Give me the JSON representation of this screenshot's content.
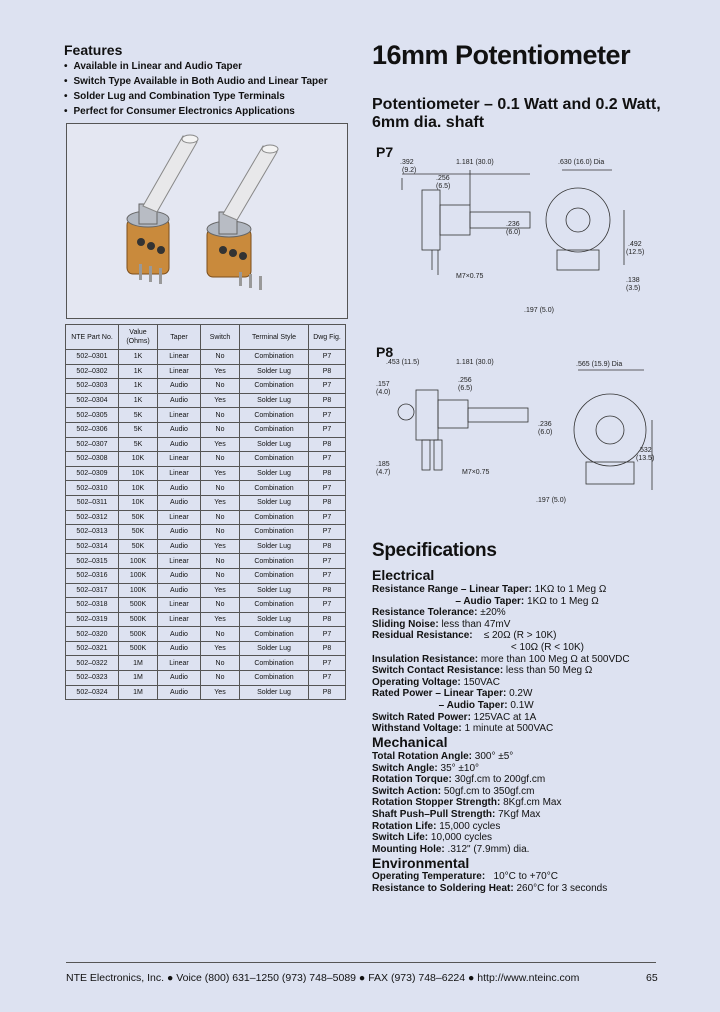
{
  "title": "16mm Potentiometer",
  "features": {
    "heading": "Features",
    "items": [
      "Available in Linear and Audio Taper",
      "Switch Type Available in Both Audio and Linear Taper",
      "Solder Lug and Combination Type Terminals",
      "Perfect for Consumer Electronics Applications"
    ]
  },
  "subtitle_line1": "Potentiometer – 0.1 Watt and 0.2 Watt,",
  "subtitle_line2": "6mm dia. shaft",
  "p7": {
    "label": "P7",
    "dims": {
      "d1": ".392",
      "d1m": "(9.2)",
      "d2": "1.181 (30.0)",
      "d3": ".256",
      "d3m": "(6.5)",
      "d4": ".236",
      "d4m": "(6.0)",
      "thread": "M7×0.75",
      "d5": ".197 (5.0)",
      "d6": ".630 (16.0) Dia",
      "d7": ".492",
      "d7m": "(12.5)",
      "d8": ".138",
      "d8m": "(3.5)"
    }
  },
  "p8": {
    "label": "P8",
    "dims": {
      "d1": ".453 (11.5)",
      "d2": "1.181 (30.0)",
      "d3": ".256",
      "d3m": "(6.5)",
      "d4": ".236",
      "d4m": "(6.0)",
      "thread": "M7×0.75",
      "d5": ".197 (5.0)",
      "d6": ".565 (15.9) Dia",
      "d7": ".532",
      "d7m": "(13.5)",
      "d8": ".157",
      "d8m": "(4.0)",
      "d9": ".185",
      "d9m": "(4.7)"
    }
  },
  "parts_table": {
    "headers": [
      "NTE Part No.",
      "Value (Ohms)",
      "Taper",
      "Switch",
      "Terminal Style",
      "Dwg Fig."
    ],
    "rows": [
      [
        "502–0301",
        "1K",
        "Linear",
        "No",
        "Combination",
        "P7"
      ],
      [
        "502–0302",
        "1K",
        "Linear",
        "Yes",
        "Solder Lug",
        "P8"
      ],
      [
        "502–0303",
        "1K",
        "Audio",
        "No",
        "Combination",
        "P7"
      ],
      [
        "502–0304",
        "1K",
        "Audio",
        "Yes",
        "Solder Lug",
        "P8"
      ],
      [
        "502–0305",
        "5K",
        "Linear",
        "No",
        "Combination",
        "P7"
      ],
      [
        "502–0306",
        "5K",
        "Audio",
        "No",
        "Combination",
        "P7"
      ],
      [
        "502–0307",
        "5K",
        "Audio",
        "Yes",
        "Solder Lug",
        "P8"
      ],
      [
        "502–0308",
        "10K",
        "Linear",
        "No",
        "Combination",
        "P7"
      ],
      [
        "502–0309",
        "10K",
        "Linear",
        "Yes",
        "Solder Lug",
        "P8"
      ],
      [
        "502–0310",
        "10K",
        "Audio",
        "No",
        "Combination",
        "P7"
      ],
      [
        "502–0311",
        "10K",
        "Audio",
        "Yes",
        "Solder Lug",
        "P8"
      ],
      [
        "502–0312",
        "50K",
        "Linear",
        "No",
        "Combination",
        "P7"
      ],
      [
        "502–0313",
        "50K",
        "Audio",
        "No",
        "Combination",
        "P7"
      ],
      [
        "502–0314",
        "50K",
        "Audio",
        "Yes",
        "Solder Lug",
        "P8"
      ],
      [
        "502–0315",
        "100K",
        "Linear",
        "No",
        "Combination",
        "P7"
      ],
      [
        "502–0316",
        "100K",
        "Audio",
        "No",
        "Combination",
        "P7"
      ],
      [
        "502–0317",
        "100K",
        "Audio",
        "Yes",
        "Solder Lug",
        "P8"
      ],
      [
        "502–0318",
        "500K",
        "Linear",
        "No",
        "Combination",
        "P7"
      ],
      [
        "502–0319",
        "500K",
        "Linear",
        "Yes",
        "Solder Lug",
        "P8"
      ],
      [
        "502–0320",
        "500K",
        "Audio",
        "No",
        "Combination",
        "P7"
      ],
      [
        "502–0321",
        "500K",
        "Audio",
        "Yes",
        "Solder Lug",
        "P8"
      ],
      [
        "502–0322",
        "1M",
        "Linear",
        "No",
        "Combination",
        "P7"
      ],
      [
        "502–0323",
        "1M",
        "Audio",
        "No",
        "Combination",
        "P7"
      ],
      [
        "502–0324",
        "1M",
        "Audio",
        "Yes",
        "Solder Lug",
        "P8"
      ]
    ]
  },
  "specs": {
    "heading": "Specifications",
    "electrical": {
      "heading": "Electrical",
      "lines": [
        {
          "label": "Resistance Range – Linear Taper:",
          "value": " 1KΩ to 1 Meg Ω"
        },
        {
          "label": "                              – Audio Taper:",
          "value": " 1KΩ to 1 Meg Ω"
        },
        {
          "label": "Resistance Tolerance:",
          "value": " ±20%"
        },
        {
          "label": "Sliding Noise:",
          "value": " less than 47mV"
        },
        {
          "label": "Residual Resistance:",
          "value": "    ≤ 20Ω (R > 10K)"
        },
        {
          "label": "",
          "value": "                                                  < 10Ω (R < 10K)"
        },
        {
          "label": "Insulation Resistance:",
          "value": " more than 100 Meg Ω at 500VDC"
        },
        {
          "label": "Switch Contact Resistance:",
          "value": " less than 50 Meg Ω"
        },
        {
          "label": "Operating Voltage:",
          "value": " 150VAC"
        },
        {
          "label": "Rated Power – Linear Taper:",
          "value": " 0.2W"
        },
        {
          "label": "                        – Audio Taper:",
          "value": " 0.1W"
        },
        {
          "label": "Switch Rated Power:",
          "value": " 125VAC at 1A"
        },
        {
          "label": "Withstand Voltage:",
          "value": " 1 minute at 500VAC"
        }
      ]
    },
    "mechanical": {
      "heading": "Mechanical",
      "lines": [
        {
          "label": "Total Rotation Angle:",
          "value": " 300° ±5°"
        },
        {
          "label": "Switch Angle:",
          "value": " 35° ±10°"
        },
        {
          "label": "Rotation Torque:",
          "value": " 30gf.cm to 200gf.cm"
        },
        {
          "label": "Switch Action:",
          "value": " 50gf.cm to 350gf.cm"
        },
        {
          "label": "Rotation Stopper Strength:",
          "value": " 8Kgf.cm Max"
        },
        {
          "label": "Shaft Push–Pull Strength:",
          "value": " 7Kgf Max"
        },
        {
          "label": "Rotation Life:",
          "value": " 15,000 cycles"
        },
        {
          "label": "Switch Life:",
          "value": " 10,000 cycles"
        },
        {
          "label": "Mounting Hole:",
          "value": " .312\" (7.9mm) dia."
        }
      ]
    },
    "environmental": {
      "heading": "Environmental",
      "lines": [
        {
          "label": "Operating Temperature:",
          "value": "   10°C to +70°C"
        },
        {
          "label": "Resistance to Soldering Heat:",
          "value": " 260°C for 3 seconds"
        }
      ]
    }
  },
  "footer": {
    "text": "NTE Electronics, Inc. ● Voice (800) 631–1250 (973) 748–5089 ● FAX (973) 748–6224 ● http://www.nteinc.com",
    "page": "65"
  }
}
